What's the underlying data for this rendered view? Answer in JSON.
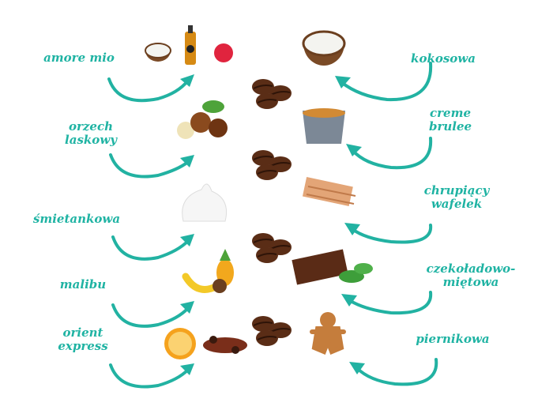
{
  "left_flavors": [
    {
      "label": "amore mio",
      "ingredients": [
        "coconut",
        "liqueur",
        "raspberry"
      ]
    },
    {
      "label": "orzech\nlaskowy",
      "ingredients": [
        "hazelnut"
      ]
    },
    {
      "label": "śmietankowa",
      "ingredients": [
        "whipped-cream"
      ]
    },
    {
      "label": "malibu",
      "ingredients": [
        "banana",
        "pineapple",
        "coconut"
      ]
    },
    {
      "label": "orient\nexpress",
      "ingredients": [
        "orange",
        "spices"
      ]
    }
  ],
  "right_flavors": [
    {
      "label": "kokosowa",
      "ingredients": [
        "coconut"
      ]
    },
    {
      "label": "creme\nbrulee",
      "ingredients": [
        "creme-brulee"
      ]
    },
    {
      "label": "chrupiący\nwafelek",
      "ingredients": [
        "wafer"
      ]
    },
    {
      "label": "czekoładowo-\nmiętowa",
      "ingredients": [
        "chocolate",
        "mint"
      ]
    },
    {
      "label": "piernikowa",
      "ingredients": [
        "gingerbread-man"
      ]
    }
  ],
  "colors": {
    "accent": "#1fb3a3",
    "bean": "#5a2d16"
  }
}
